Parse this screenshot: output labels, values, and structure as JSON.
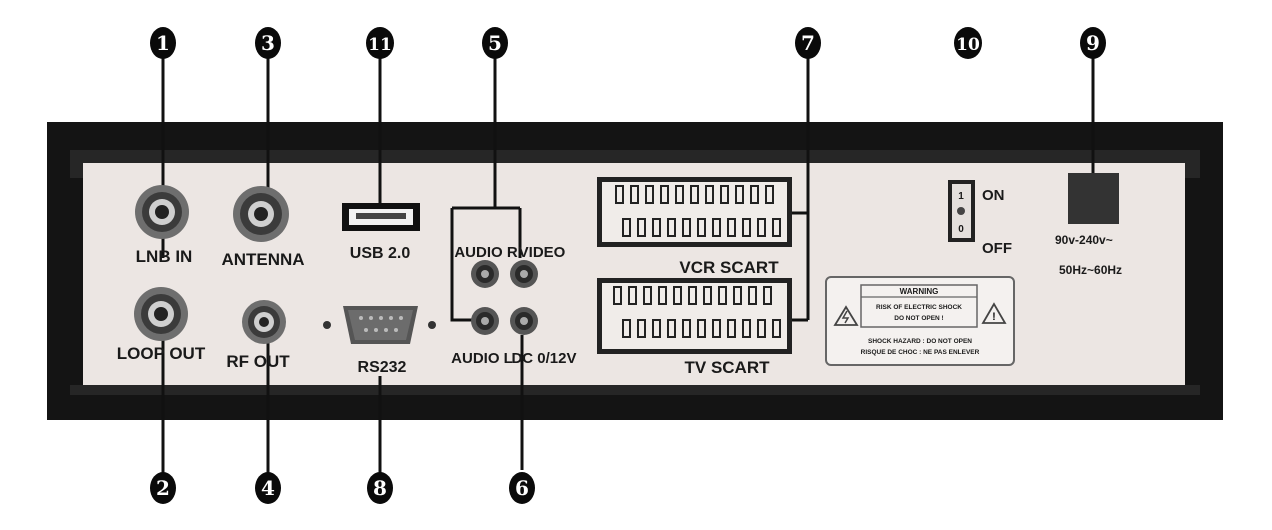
{
  "callouts": {
    "c1": "1",
    "c2": "2",
    "c3": "3",
    "c4": "4",
    "c5": "5",
    "c6": "6",
    "c7": "7",
    "c8": "8",
    "c9": "9",
    "c10": "10",
    "c11": "11"
  },
  "labels": {
    "lnb_in": "LNB IN",
    "loop_out": "LOOP OUT",
    "antenna": "ANTENNA",
    "rf_out": "RF OUT",
    "usb": "USB 2.0",
    "rs232": "RS232",
    "audio_r": "AUDIO R",
    "video": "VIDEO",
    "audio_l": "AUDIO L",
    "dc": "DC 0/12V",
    "vcr_scart": "VCR SCART",
    "tv_scart": "TV SCART",
    "on": "ON",
    "off": "OFF",
    "switch_1": "1",
    "switch_0": "0",
    "voltage": "90v-240v~",
    "frequency": "50Hz~60Hz"
  },
  "warning": {
    "title": "WARNING",
    "line1": "RISK OF ELECTRIC SHOCK",
    "line2": "DO NOT OPEN !",
    "line3": "SHOCK HAZARD : DO NOT OPEN",
    "line4": "RISQUE DE CHOC : NE PAS ENLEVER"
  },
  "colors": {
    "frame": "#141414",
    "panel": "#ece6e3",
    "callout": "#0a0a0a"
  }
}
